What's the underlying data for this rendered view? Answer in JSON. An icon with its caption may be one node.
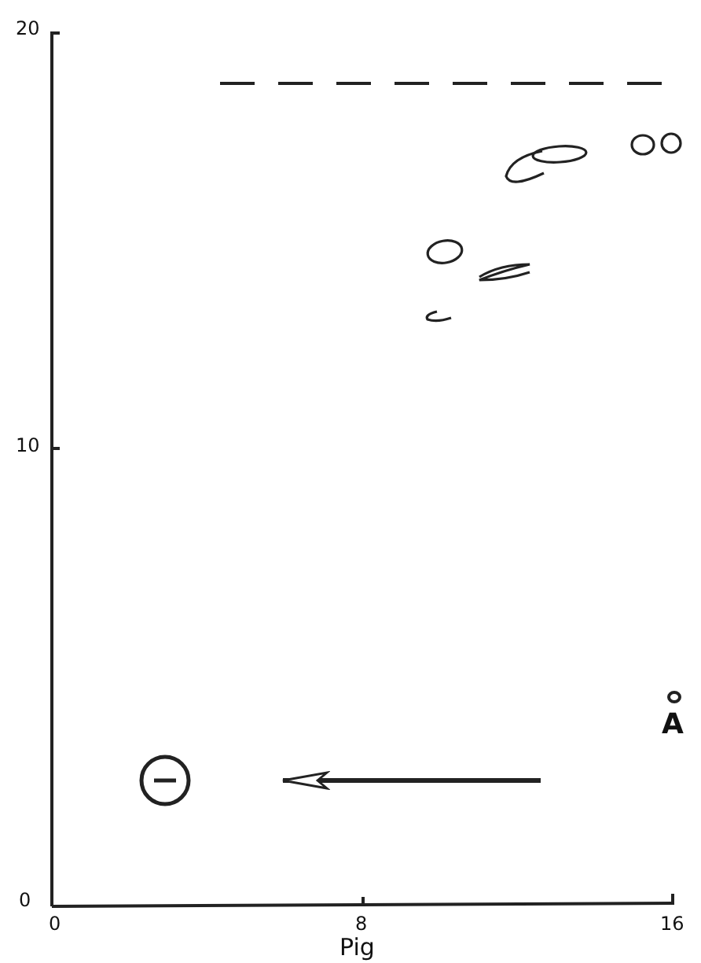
{
  "diagram": {
    "labels": [
      "20",
      "10",
      "0",
      "0",
      "8",
      "16",
      "Pig",
      "A"
    ]
  }
}
